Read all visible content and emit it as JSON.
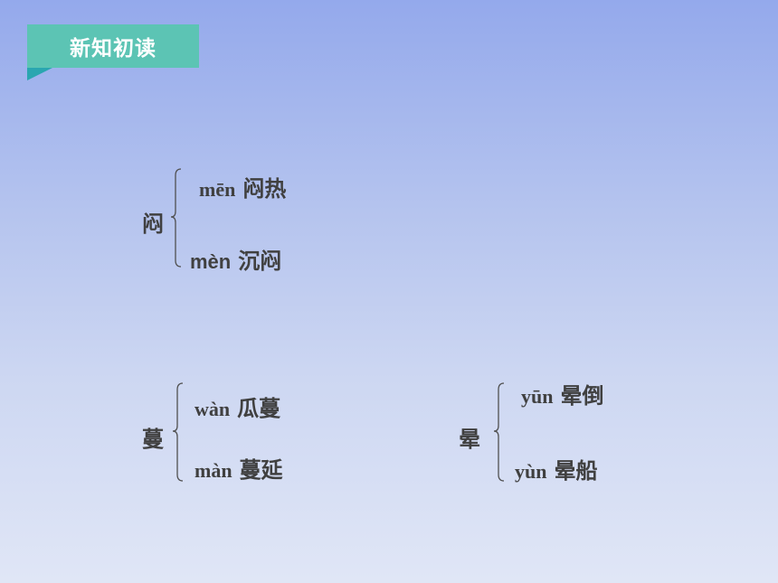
{
  "header": {
    "title": "新知初读"
  },
  "groups": [
    {
      "char": "闷",
      "readings": [
        {
          "pinyin": "mēn",
          "word": "闷热"
        },
        {
          "pinyin": "mèn",
          "word": "沉闷"
        }
      ]
    },
    {
      "char": "蔓",
      "readings": [
        {
          "pinyin": "wàn",
          "word": "瓜蔓"
        },
        {
          "pinyin": "màn",
          "word": "蔓延"
        }
      ]
    },
    {
      "char": "晕",
      "readings": [
        {
          "pinyin": "yūn",
          "word": "晕倒"
        },
        {
          "pinyin": "yùn",
          "word": "晕船"
        }
      ]
    }
  ],
  "colors": {
    "title_bg": "#5cc4b4",
    "title_triangle": "#2aa6b0",
    "text": "#404040"
  }
}
